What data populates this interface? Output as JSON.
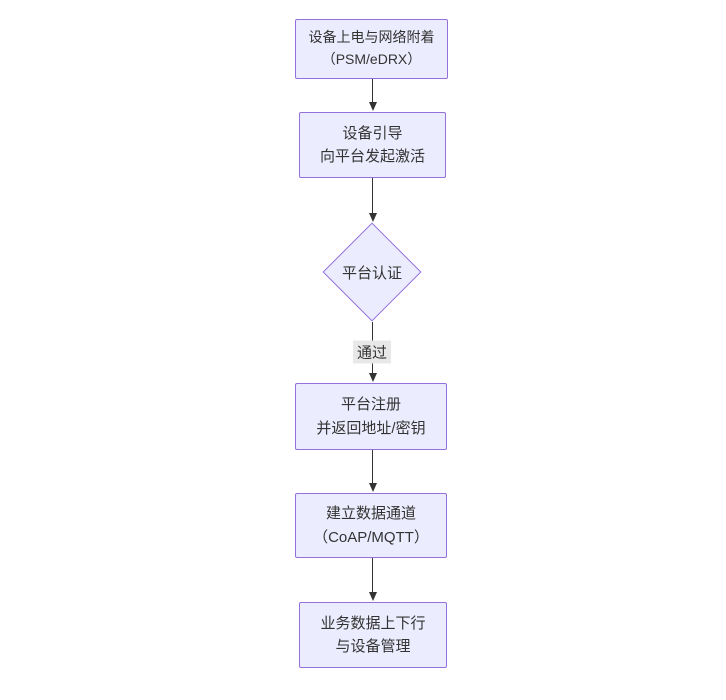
{
  "colors": {
    "canvas_bg": "#ffffff",
    "node_fill": "#ECECFF",
    "node_border": "#9370DB",
    "text_color": "#333333",
    "arrow_color": "#333333",
    "edge_label_bg": "#e8e8e8"
  },
  "nodes": {
    "power_on": {
      "line1": "设备上电与网络附着",
      "line2": "（PSM/eDRX）"
    },
    "bootstrap": {
      "line1": "设备引导",
      "line2": "向平台发起激活"
    },
    "platform_auth": {
      "label": "平台认证"
    },
    "register": {
      "line1": "平台注册",
      "line2": "并返回地址/密钥"
    },
    "data_channel": {
      "line1": "建立数据通道",
      "line2": "（CoAP/MQTT）"
    },
    "business": {
      "line1": "业务数据上下行",
      "line2": "与设备管理"
    }
  },
  "edges": {
    "pass_label": "通过"
  }
}
